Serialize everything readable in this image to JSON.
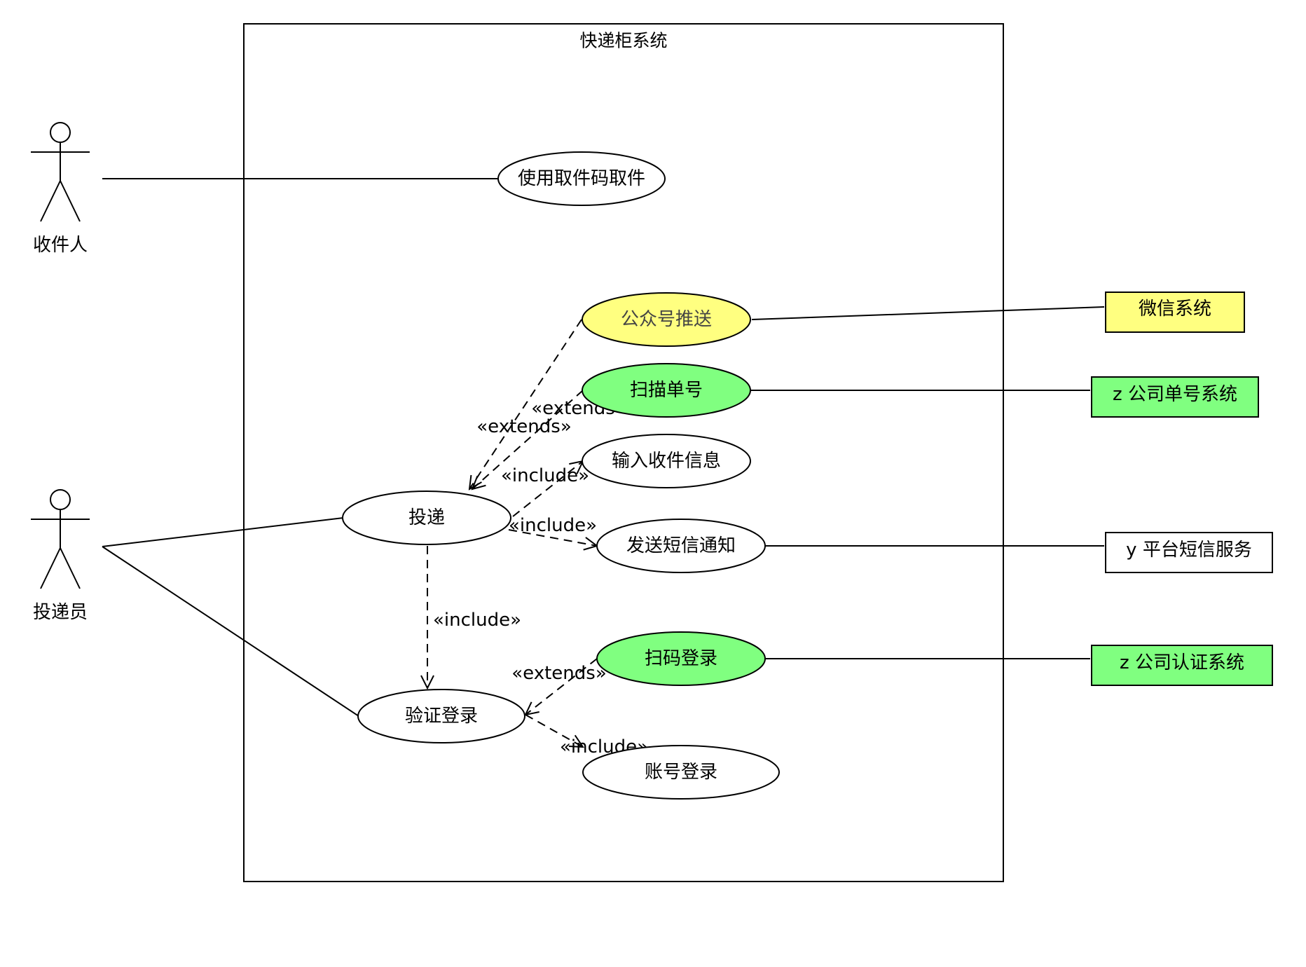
{
  "system": {
    "title": "快递柜系统"
  },
  "actors": {
    "receiver": "收件人",
    "courier": "投递员"
  },
  "usecases": {
    "pickup": "使用取件码取件",
    "push": "公众号推送",
    "scan": "扫描单号",
    "input_info": "输入收件信息",
    "deliver": "投递",
    "sms": "发送短信通知",
    "scan_login": "扫码登录",
    "verify_login": "验证登录",
    "account_login": "账号登录"
  },
  "external_systems": {
    "wechat": "微信系统",
    "z_order": "z 公司单号系统",
    "y_sms": "y 平台短信服务",
    "z_auth": "z 公司认证系统"
  },
  "relations": {
    "extends_push": "«extends»",
    "extends_scan": "«extends»",
    "include_input": "«include»",
    "include_sms": "«include»",
    "include_verify": "«include»",
    "extends_scan_login": "«extends»",
    "include_account": "«include»"
  },
  "colors": {
    "yellow": "#ffff80",
    "green": "#80ff80",
    "white": "#ffffff",
    "line": "#000000"
  }
}
